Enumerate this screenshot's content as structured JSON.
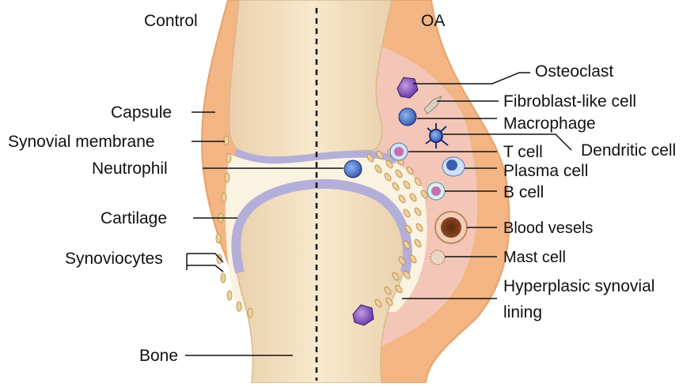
{
  "headers": {
    "left": "Control",
    "right": "OA"
  },
  "left_labels": {
    "capsule": "Capsule",
    "synovial_membrane": "Synovial membrane",
    "neutrophil": "Neutrophil",
    "cartilage": "Cartilage",
    "synoviocytes": "Synoviocytes",
    "bone": "Bone"
  },
  "right_labels": {
    "osteoclast": "Osteoclast",
    "fibroblast": "Fibroblast-like cell",
    "macrophage": "Macrophage",
    "dendritic": "Dendritic cell",
    "t_cell": "T cell",
    "plasma_cell": "Plasma cell",
    "b_cell": "B cell",
    "blood_vessels": "Blood vesels",
    "mast_cell": "Mast cell",
    "hyperplasic_line1": "Hyperplasic synovial",
    "hyperplasic_line2": "lining"
  },
  "colors": {
    "capsule": "#f3b98a",
    "bone": "#f4dfc0",
    "cartilage": "#b7b3d6",
    "synovial_fluid": "#fbf4e4",
    "inflamed_membrane": "#f2c4b8",
    "synoviocyte": "#e9d6a6"
  }
}
